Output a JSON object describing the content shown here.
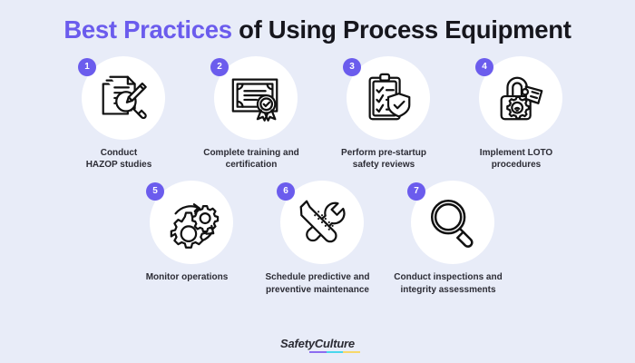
{
  "background_color": "#e8ecf8",
  "accent_color": "#6b5ced",
  "title": {
    "accent_text": "Best Practices",
    "rest_text": " of Using Process Equipment",
    "full": "Best Practices of Using Process Equipment"
  },
  "steps": [
    {
      "number": "1",
      "label": "Conduct\nHAZOP studies",
      "icon": "documents-magnifier-pencil-icon"
    },
    {
      "number": "2",
      "label": "Complete training and\ncertification",
      "icon": "certificate-award-ribbon-icon"
    },
    {
      "number": "3",
      "label": "Perform pre-startup\nsafety reviews",
      "icon": "clipboard-checklist-shield-icon"
    },
    {
      "number": "4",
      "label": "Implement LOTO\nprocedures",
      "icon": "padlock-gear-tag-icon"
    },
    {
      "number": "5",
      "label": "Monitor operations",
      "icon": "gears-cycle-arrows-icon"
    },
    {
      "number": "6",
      "label": "Schedule predictive and\npreventive maintenance",
      "icon": "wrench-screwdriver-icon"
    },
    {
      "number": "7",
      "label": "Conduct inspections and\nintegrity assessments",
      "icon": "magnifying-glass-icon"
    }
  ],
  "footer": {
    "logo_text": "SafetyCulture",
    "underline_colors": [
      "#8c6df0",
      "#4ad6ec",
      "#f7d86b"
    ]
  }
}
